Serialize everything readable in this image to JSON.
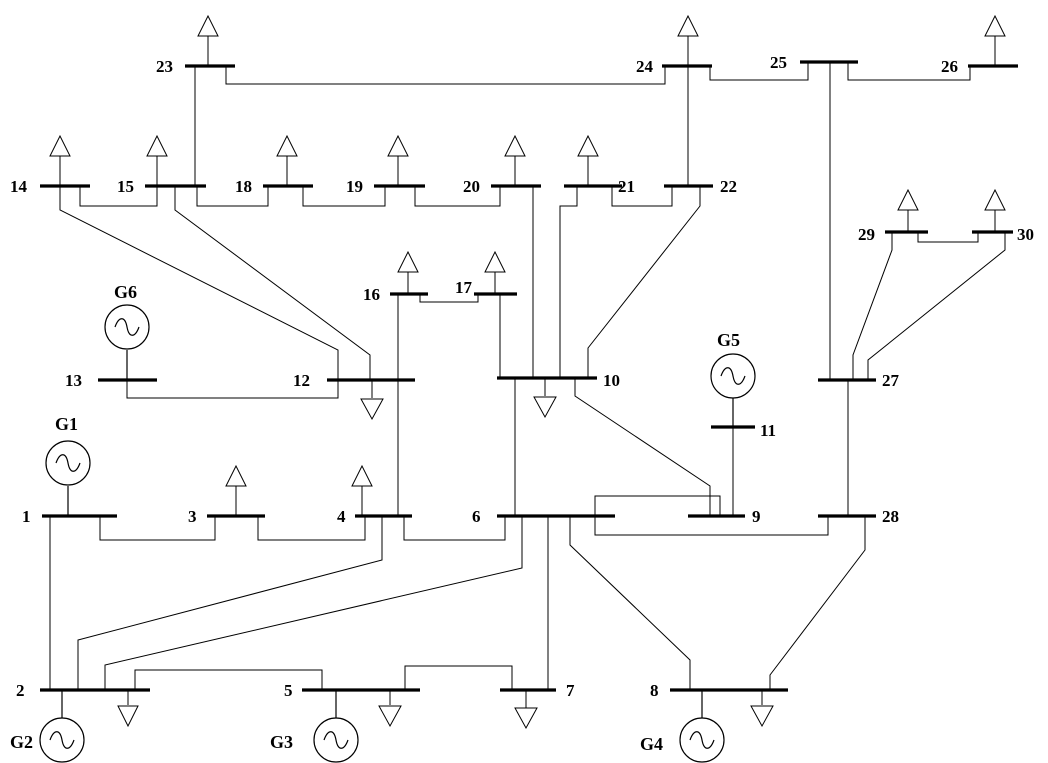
{
  "buses": [
    {
      "id": "1",
      "label": "1"
    },
    {
      "id": "2",
      "label": "2"
    },
    {
      "id": "3",
      "label": "3"
    },
    {
      "id": "4",
      "label": "4"
    },
    {
      "id": "5",
      "label": "5"
    },
    {
      "id": "6",
      "label": "6"
    },
    {
      "id": "7",
      "label": "7"
    },
    {
      "id": "8",
      "label": "8"
    },
    {
      "id": "9",
      "label": "9"
    },
    {
      "id": "10",
      "label": "10"
    },
    {
      "id": "11",
      "label": "11"
    },
    {
      "id": "12",
      "label": "12"
    },
    {
      "id": "13",
      "label": "13"
    },
    {
      "id": "14",
      "label": "14"
    },
    {
      "id": "15",
      "label": "15"
    },
    {
      "id": "16",
      "label": "16"
    },
    {
      "id": "17",
      "label": "17"
    },
    {
      "id": "18",
      "label": "18"
    },
    {
      "id": "19",
      "label": "19"
    },
    {
      "id": "20",
      "label": "20"
    },
    {
      "id": "21",
      "label": "21"
    },
    {
      "id": "22",
      "label": "22"
    },
    {
      "id": "23",
      "label": "23"
    },
    {
      "id": "24",
      "label": "24"
    },
    {
      "id": "25",
      "label": "25"
    },
    {
      "id": "26",
      "label": "26"
    },
    {
      "id": "27",
      "label": "27"
    },
    {
      "id": "28",
      "label": "28"
    },
    {
      "id": "29",
      "label": "29"
    },
    {
      "id": "30",
      "label": "30"
    }
  ],
  "generators": [
    {
      "id": "G1",
      "label": "G1",
      "bus": "1"
    },
    {
      "id": "G2",
      "label": "G2",
      "bus": "2"
    },
    {
      "id": "G3",
      "label": "G3",
      "bus": "5"
    },
    {
      "id": "G4",
      "label": "G4",
      "bus": "8"
    },
    {
      "id": "G5",
      "label": "G5",
      "bus": "11"
    },
    {
      "id": "G6",
      "label": "G6",
      "bus": "13"
    }
  ],
  "loads_at_buses": [
    "2",
    "3",
    "4",
    "5",
    "7",
    "8",
    "10",
    "12",
    "14",
    "15",
    "16",
    "17",
    "18",
    "19",
    "20",
    "21",
    "23",
    "24",
    "26",
    "29",
    "30"
  ],
  "branches": [
    [
      "1",
      "2"
    ],
    [
      "1",
      "3"
    ],
    [
      "2",
      "4"
    ],
    [
      "3",
      "4"
    ],
    [
      "2",
      "5"
    ],
    [
      "2",
      "6"
    ],
    [
      "4",
      "6"
    ],
    [
      "5",
      "7"
    ],
    [
      "6",
      "7"
    ],
    [
      "6",
      "8"
    ],
    [
      "6",
      "9"
    ],
    [
      "6",
      "10"
    ],
    [
      "9",
      "11"
    ],
    [
      "9",
      "10"
    ],
    [
      "4",
      "12"
    ],
    [
      "12",
      "13"
    ],
    [
      "12",
      "14"
    ],
    [
      "12",
      "15"
    ],
    [
      "12",
      "16"
    ],
    [
      "14",
      "15"
    ],
    [
      "16",
      "17"
    ],
    [
      "15",
      "18"
    ],
    [
      "18",
      "19"
    ],
    [
      "19",
      "20"
    ],
    [
      "10",
      "20"
    ],
    [
      "10",
      "17"
    ],
    [
      "10",
      "21"
    ],
    [
      "10",
      "22"
    ],
    [
      "21",
      "22"
    ],
    [
      "15",
      "23"
    ],
    [
      "22",
      "24"
    ],
    [
      "23",
      "24"
    ],
    [
      "24",
      "25"
    ],
    [
      "25",
      "26"
    ],
    [
      "25",
      "27"
    ],
    [
      "28",
      "27"
    ],
    [
      "27",
      "29"
    ],
    [
      "27",
      "30"
    ],
    [
      "29",
      "30"
    ],
    [
      "8",
      "28"
    ],
    [
      "6",
      "28"
    ]
  ],
  "colors": {
    "stroke": "#000000",
    "background": "#ffffff"
  }
}
